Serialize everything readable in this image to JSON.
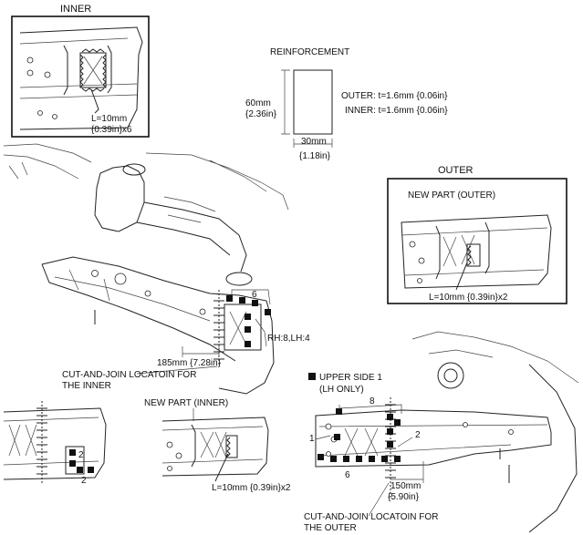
{
  "inner_panel": {
    "title": "INNER",
    "weld_length": "L=10mm",
    "weld_count": "{0.39in}x6"
  },
  "reinforcement": {
    "title": "REINFORCEMENT",
    "height_mm": "60mm",
    "height_in": "{2.36in}",
    "width_mm": "30mm",
    "width_in": "{1.18in}",
    "outer_thickness": "OUTER: t=1.6mm {0.06in}",
    "inner_thickness": "INNER: t=1.6mm {0.06in}"
  },
  "outer_panel": {
    "title": "OUTER",
    "subtitle": "NEW PART (OUTER)",
    "weld": "L=10mm {0.39in}x2"
  },
  "main_view": {
    "callout_6": "6",
    "rh_lh": "RH:8,LH:4",
    "distance": "185mm {7.28in}",
    "cut_join_inner_1": "CUT-AND-JOIN LOCATOIN FOR",
    "cut_join_inner_2": "THE INNER"
  },
  "bottom_left": {
    "label_2a": "2",
    "label_2b": "2"
  },
  "new_inner": {
    "title": "NEW PART (INNER)",
    "weld": "L=10mm {0.39in}x2"
  },
  "bottom_right": {
    "upper_side_1": "UPPER SIDE 1",
    "lh_only": "(LH ONLY)",
    "label_8": "8",
    "label_1": "1",
    "label_2": "2",
    "label_6": "6",
    "dist_mm": "150mm",
    "dist_in": "{5.90in}",
    "cut_join_outer_1": "CUT-AND-JOIN LOCATOIN FOR",
    "cut_join_outer_2": "THE OUTER"
  },
  "colors": {
    "line": "#222222",
    "weld_mark": "#111111"
  }
}
